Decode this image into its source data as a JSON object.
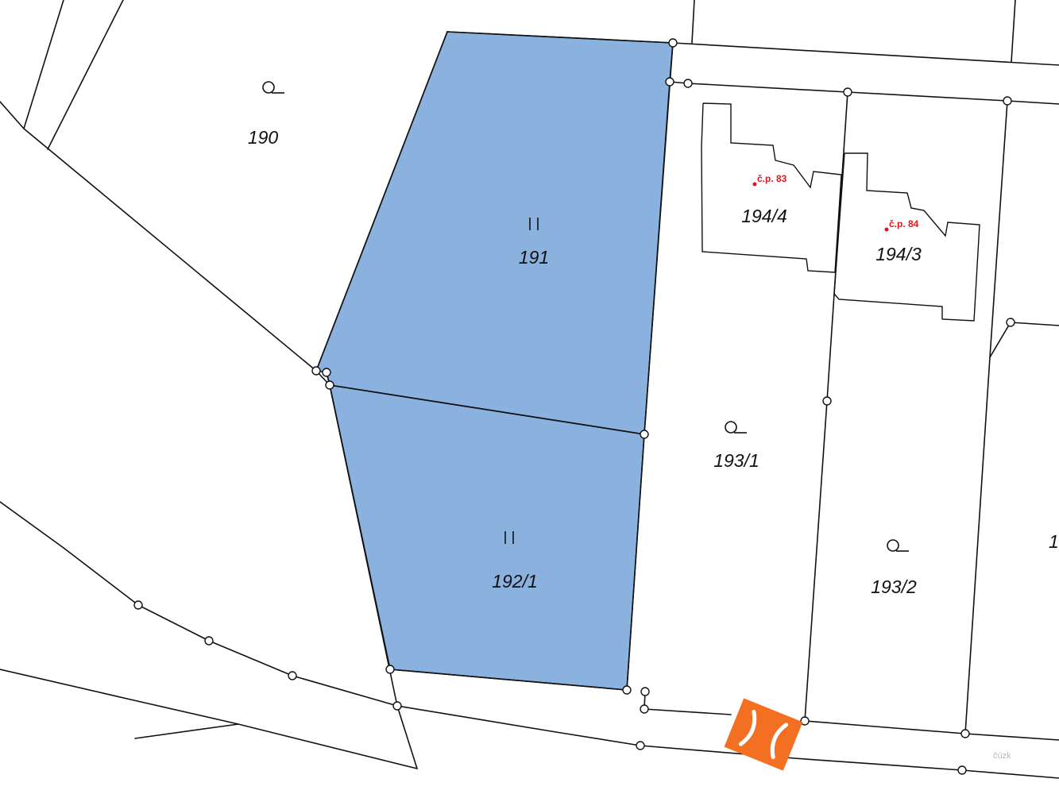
{
  "colors": {
    "selected_fill": "#8bb1de",
    "line": "#111111",
    "house_number": "#e0161f",
    "logo": "#f36f21"
  },
  "parcels": [
    {
      "id": "p190",
      "label": "190",
      "symbol": "meadow-icon",
      "selected": false
    },
    {
      "id": "p191",
      "label": "191",
      "symbol": "arable-land-icon",
      "selected": true
    },
    {
      "id": "p192_1",
      "label": "192/1",
      "symbol": "arable-land-icon",
      "selected": true
    },
    {
      "id": "p193_1",
      "label": "193/1",
      "symbol": "meadow-icon",
      "selected": false
    },
    {
      "id": "p193_2",
      "label": "193/2",
      "symbol": "meadow-icon",
      "selected": false
    },
    {
      "id": "p194_4",
      "label": "194/4",
      "symbol": null,
      "selected": false
    },
    {
      "id": "p194_3",
      "label": "194/3",
      "symbol": null,
      "selected": false
    },
    {
      "id": "p_edge",
      "label": "1",
      "symbol": null,
      "selected": false
    }
  ],
  "buildings": [
    {
      "id": "b83",
      "house_number": "č.p. 83"
    },
    {
      "id": "b84",
      "house_number": "č.p. 84"
    }
  ],
  "watermark": {
    "logo": "cuzk-logo-icon",
    "text": "čúzk"
  }
}
